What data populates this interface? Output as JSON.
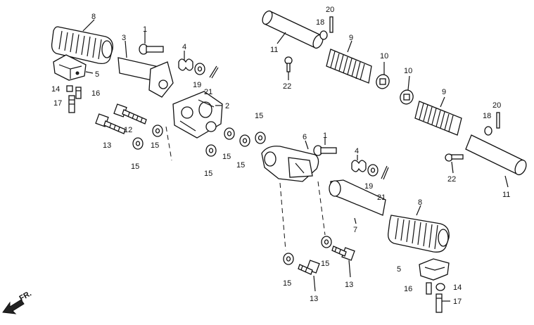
{
  "labels": {
    "l1a": "1",
    "l1b": "1",
    "l2": "2",
    "l3": "3",
    "l4a": "4",
    "l4b": "4",
    "l5a": "5",
    "l5b": "5",
    "l6": "6",
    "l7": "7",
    "l8a": "8",
    "l8b": "8",
    "l9a": "9",
    "l9b": "9",
    "l10a": "10",
    "l10b": "10",
    "l11a": "11",
    "l11b": "11",
    "l12": "12",
    "l13a": "13",
    "l13b": "13",
    "l13c": "13",
    "l14a": "14",
    "l14b": "14",
    "l15a": "15",
    "l15b": "15",
    "l15c": "15",
    "l15d": "15",
    "l15e": "15",
    "l15f": "15",
    "l15g": "15",
    "l15h": "15",
    "l16a": "16",
    "l16b": "16",
    "l17a": "17",
    "l17b": "17",
    "l18a": "18",
    "l18b": "18",
    "l19a": "19",
    "l19b": "19",
    "l20a": "20",
    "l20b": "20",
    "l21a": "21",
    "l21b": "21",
    "l22a": "22",
    "l22b": "22"
  },
  "front_indicator": "FR."
}
